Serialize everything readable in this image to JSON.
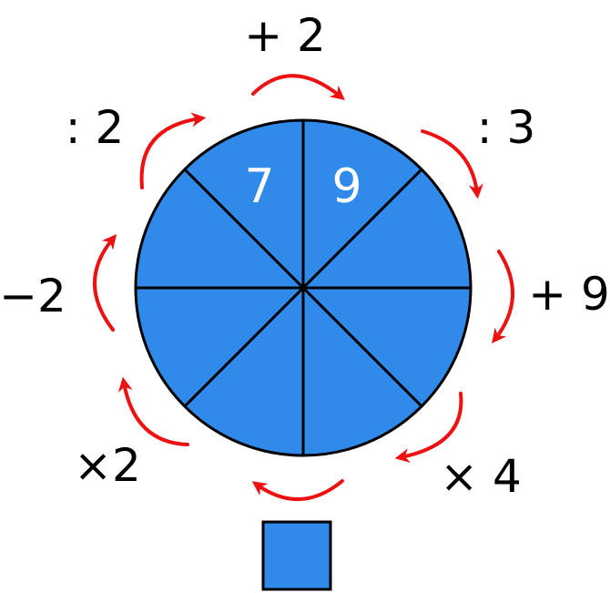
{
  "colors": {
    "wheel_fill": "#2f8aea",
    "outline": "#000000",
    "arrow": "#ee1111",
    "segment_text": "#ffffff",
    "label_text": "#000000"
  },
  "wheel": {
    "segments": [
      {
        "value": "9"
      },
      {
        "value": ""
      },
      {
        "value": ""
      },
      {
        "value": ""
      },
      {
        "value": ""
      },
      {
        "value": ""
      },
      {
        "value": ""
      },
      {
        "value": "7"
      }
    ]
  },
  "operations": [
    {
      "label": "+ 2"
    },
    {
      "label": ": 3"
    },
    {
      "label": "+ 9"
    },
    {
      "label": "× 4"
    },
    {
      "label": "×2"
    },
    {
      "label": "−2"
    },
    {
      "label": ": 2"
    }
  ],
  "answer_box": {
    "value": ""
  }
}
